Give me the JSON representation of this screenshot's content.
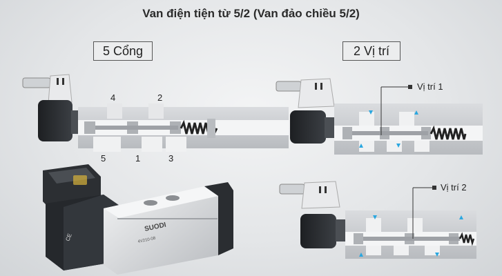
{
  "title": "Van điện tiện từ 5/2 (Van đảo chiều 5/2)",
  "labels": {
    "five_ports": "5 Cổng",
    "two_positions": "2 Vị trí"
  },
  "ports": {
    "p4": "4",
    "p2": "2",
    "p5": "5",
    "p1": "1",
    "p3": "3"
  },
  "positions": {
    "pos1": "Vị trí 1",
    "pos2": "Vị trí 2"
  },
  "valve_photo": {
    "brand": "SUODI",
    "model": "4V210-08"
  },
  "colors": {
    "valve_body": "#c9ccd0",
    "solenoid": "#2a2d31",
    "flow_arrow": "#2aa7e0",
    "spring": "#222222"
  }
}
